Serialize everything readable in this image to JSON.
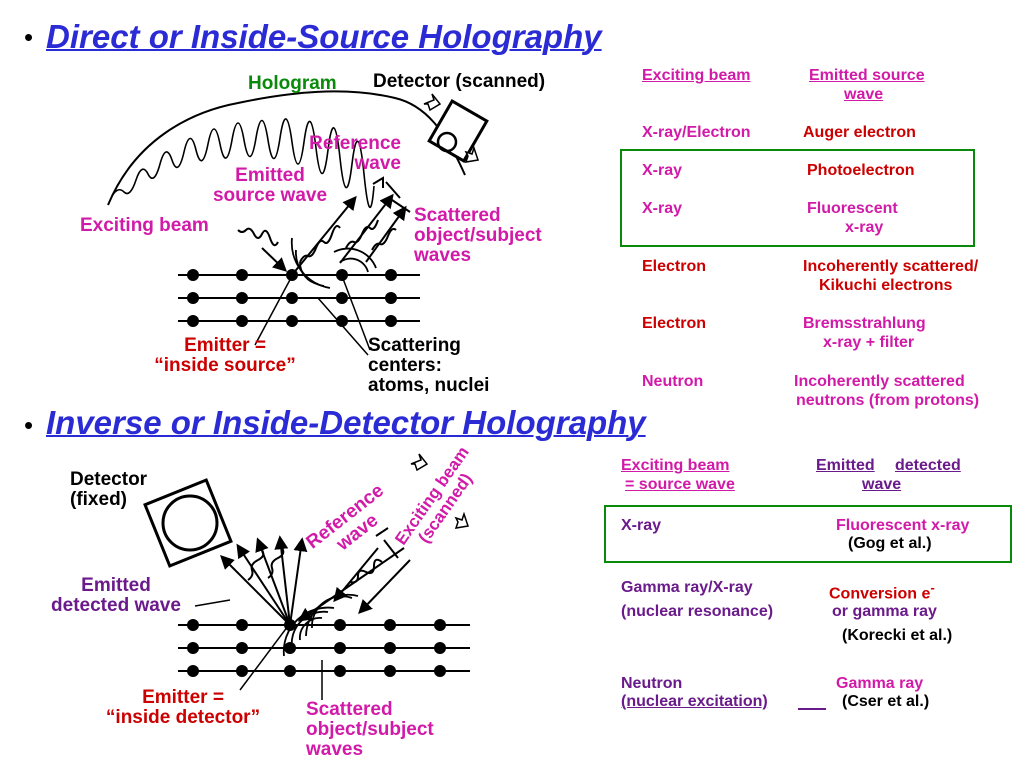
{
  "top": {
    "bullet": "•",
    "title": "Direct or Inside-Source Holography",
    "labels": {
      "hologram": "Hologram",
      "detector": "Detector (scanned)",
      "reference": [
        "Reference",
        "wave"
      ],
      "emitted": [
        "Emitted",
        "source wave"
      ],
      "exciting": "Exciting beam",
      "scattered": [
        "Scattered",
        "object/subject",
        "waves"
      ],
      "emitter": [
        "Emitter =",
        "“inside source”"
      ],
      "centers": [
        "Scattering",
        "centers:",
        "atoms, nuclei"
      ]
    },
    "table": {
      "header": [
        "Exciting beam",
        "Emitted source",
        "wave"
      ],
      "rows": [
        {
          "beam": "X-ray/Electron",
          "out": "Auger electron"
        },
        {
          "beam": "X-ray",
          "out": "Photoelectron"
        },
        {
          "beam": "X-ray",
          "out": "Fluorescent",
          "out2": "x-ray"
        },
        {
          "beam": "Electron",
          "out": "Incoherently scattered/",
          "out2": "Kikuchi electrons"
        },
        {
          "beam": "Electron",
          "out": "Bremsstrahlung",
          "out2": "x-ray + filter"
        },
        {
          "beam": "Neutron",
          "out": "Incoherently scattered",
          "out2": "neutrons (from protons)"
        }
      ]
    }
  },
  "bottom": {
    "bullet": "•",
    "title": "Inverse or Inside-Detector Holography",
    "labels": {
      "detector": [
        "Detector",
        "(fixed)"
      ],
      "reference": [
        "Reference",
        "wave"
      ],
      "exciting": [
        "Exciting beam",
        "(scanned)"
      ],
      "emitted": [
        "Emitted",
        "detected wave"
      ],
      "emitter": [
        "Emitter =",
        "“inside detector”"
      ],
      "scattered": [
        "Scattered",
        "object/subject",
        "waves"
      ]
    },
    "table": {
      "header": [
        "Exciting beam",
        "= source wave",
        "Emitted",
        "detected",
        "wave"
      ],
      "rows": [
        {
          "beam": "X-ray",
          "out": "Fluorescent x-ray",
          "ref": "(Gog et al.)"
        },
        {
          "beam": "Gamma ray/X-ray",
          "beam2": "(nuclear resonance)",
          "out": "Conversion e",
          "sup": "-",
          "out2": "or gamma ray",
          "ref": "(Korecki et al.)"
        },
        {
          "beam": "Neutron",
          "beam2": "(nuclear excitation)",
          "out": "Gamma ray",
          "ref": "(Cser et al.)"
        }
      ]
    }
  }
}
